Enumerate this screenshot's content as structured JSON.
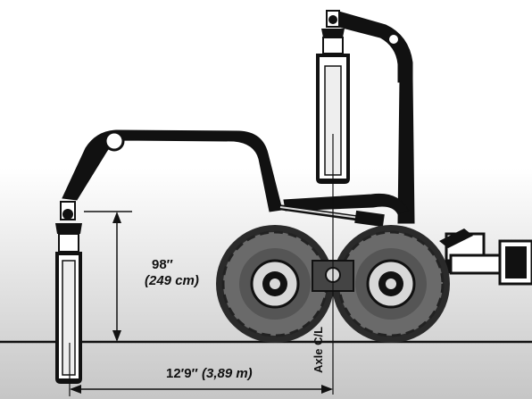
{
  "dimensions": {
    "height_imperial": "98″",
    "height_metric": "(249 cm)",
    "reach_imperial": "12′9″",
    "reach_metric": "(3,89 m)",
    "axle_label": "Axle C/L"
  },
  "colors": {
    "machine": "#111111",
    "tire": "#5a5a5a",
    "tire_tread": "#2a2a2a",
    "hub": "#d8d8d8",
    "ground_gradient_top": "#ffffff",
    "ground_gradient_bottom": "#c9c9c9",
    "dimension_line": "#111111"
  }
}
